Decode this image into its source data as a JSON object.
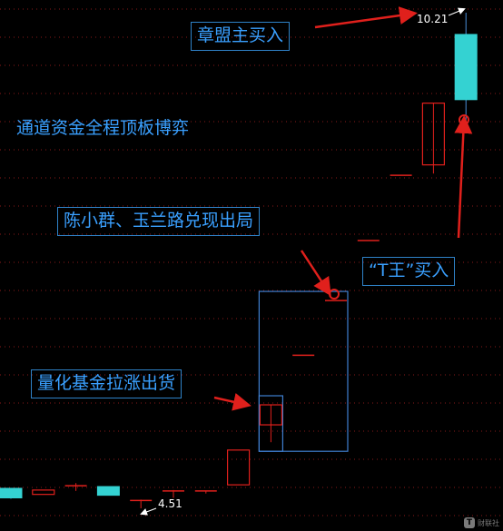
{
  "chart_data": {
    "type": "candlestick",
    "colors": {
      "up": "#e0201c",
      "down": "#34d2d2",
      "annotation_text": "#3aa0ff",
      "annotation_border": "#2f82c8",
      "arrow": "#e0201c",
      "grid": "#8a1a1a",
      "zone_border": "#3f7fd0"
    },
    "candles": [
      {
        "open": 4.74,
        "high": 4.74,
        "low": 4.62,
        "close": 4.63
      },
      {
        "open": 4.67,
        "high": 4.72,
        "low": 4.67,
        "close": 4.72
      },
      {
        "open": 4.76,
        "high": 4.8,
        "low": 4.71,
        "close": 4.77
      },
      {
        "open": 4.76,
        "high": 4.76,
        "low": 4.66,
        "close": 4.66
      },
      {
        "open": 4.59,
        "high": 4.61,
        "low": 4.51,
        "close": 4.6
      },
      {
        "open": 4.71,
        "high": 4.72,
        "low": 4.63,
        "close": 4.71
      },
      {
        "open": 4.7,
        "high": 4.71,
        "low": 4.68,
        "close": 4.71
      },
      {
        "open": 4.78,
        "high": 5.18,
        "low": 4.78,
        "close": 5.18
      },
      {
        "open": 5.47,
        "high": 5.7,
        "low": 5.27,
        "close": 5.7
      },
      {
        "open": 6.27,
        "high": 6.27,
        "low": 6.27,
        "close": 6.27
      },
      {
        "open": 6.9,
        "high": 6.9,
        "low": 6.9,
        "close": 6.9
      },
      {
        "open": 7.59,
        "high": 7.59,
        "low": 7.59,
        "close": 7.59
      },
      {
        "open": 8.34,
        "high": 8.34,
        "low": 8.34,
        "close": 8.34
      },
      {
        "open": 8.46,
        "high": 9.17,
        "low": 8.36,
        "close": 9.17
      },
      {
        "open": 9.96,
        "high": 10.21,
        "low": 8.94,
        "close": 9.21
      }
    ],
    "price_labels": [
      {
        "text": "10.21",
        "candle": 14,
        "at": "high"
      },
      {
        "text": "4.51",
        "candle": 4,
        "at": "low"
      }
    ],
    "annotations": [
      "章盟主买入",
      "通道资金全程顶板博弈",
      "陈小群、玉兰路兑现出局",
      "“T王”买入",
      "量化基金拉涨出货"
    ],
    "watermark": "财联社"
  }
}
